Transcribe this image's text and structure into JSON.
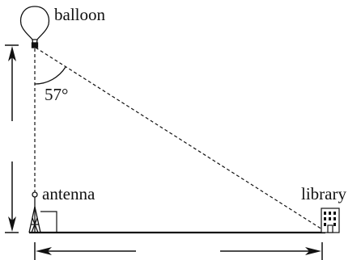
{
  "labels": {
    "balloon": "balloon",
    "angle": "57°",
    "antenna": "antenna",
    "library": "library"
  },
  "colors": {
    "ink": "#111111",
    "background": "#ffffff"
  },
  "icons": {
    "balloon": "hot-air-balloon-icon",
    "antenna": "antenna-tower-icon",
    "library": "building-icon"
  }
}
